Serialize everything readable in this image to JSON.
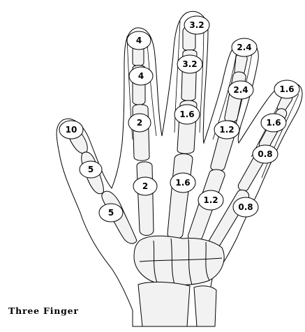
{
  "caption": "Three Finger",
  "colors": {
    "bone": "#f2f2f2",
    "outline": "#000000",
    "label_fill": "#ffffff",
    "background": "#ffffff"
  },
  "labels": {
    "thumb_distal": "10",
    "thumb_proximal": "5",
    "thumb_metacarpal": "5",
    "index_distal": "4",
    "index_middle": "4",
    "index_proximal": "2",
    "index_metacarpal": "2",
    "middle_distal": "3.2",
    "middle_middle": "3.2",
    "middle_proximal": "1.6",
    "middle_metacarpal": "1.6",
    "ring_distal": "2.4",
    "ring_middle": "2.4",
    "ring_proximal": "1.2",
    "ring_metacarpal": "1.2",
    "little_distal": "1.6",
    "little_middle": "1.6",
    "little_proximal": "0.8",
    "little_metacarpal": "0.8"
  }
}
